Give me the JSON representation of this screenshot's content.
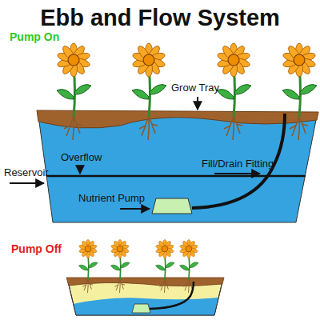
{
  "diagram": {
    "title": "Ebb and Flow System",
    "labels": [
      "Pump On",
      "Grow Tray",
      "Overflow",
      "Fill/Drain Fitting",
      "Reservoir",
      "Nutrient Pump",
      "Pump Off"
    ]
  }
}
